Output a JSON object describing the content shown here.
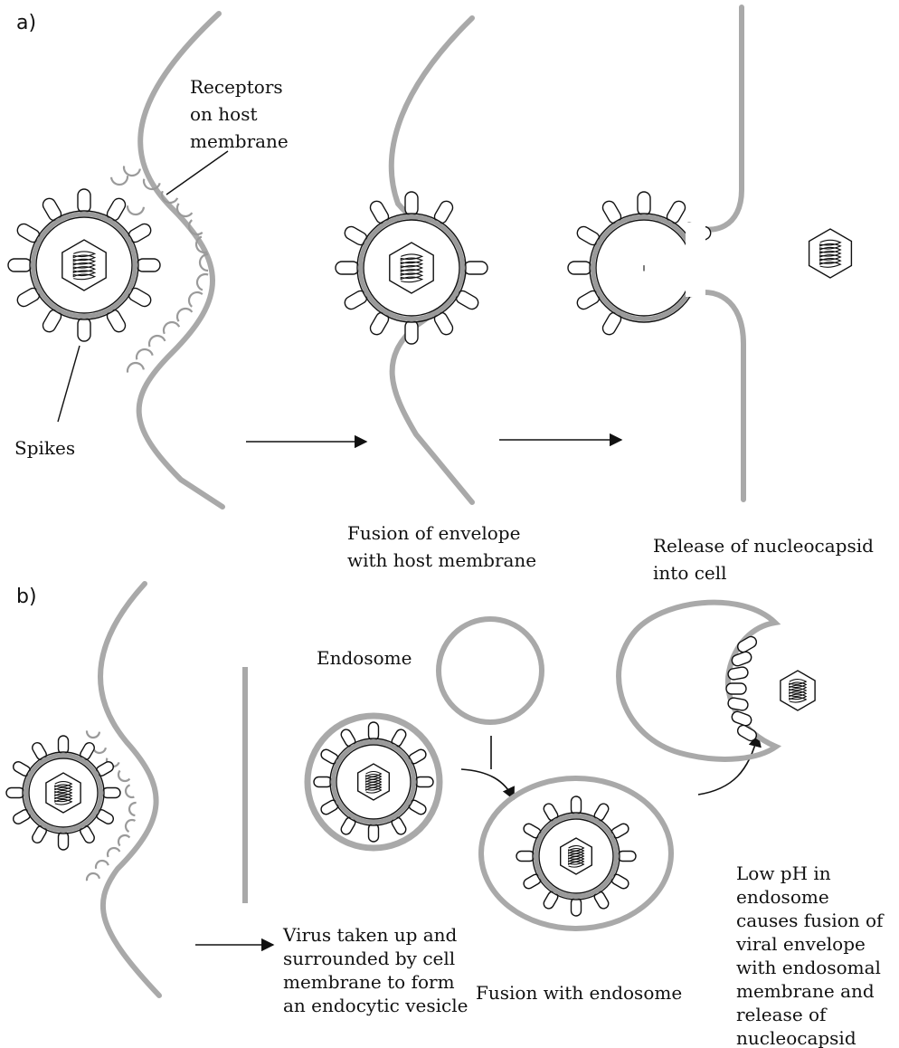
{
  "panels": {
    "a": "a)",
    "b": "b)"
  },
  "labels": {
    "receptors": [
      "Receptors",
      "on host",
      "membrane"
    ],
    "spikes": "Spikes",
    "fusion_envelope": [
      "Fusion of envelope",
      "with host membrane"
    ],
    "release": [
      "Release of nucleocapsid",
      "into cell"
    ],
    "endosome": "Endosome",
    "virus_taken": [
      "Virus taken up and",
      "surrounded by  cell",
      "membrane to form",
      "an endocytic vesicle"
    ],
    "fusion_endosome": "Fusion with endosome",
    "low_ph": [
      "Low pH in",
      "endosome",
      "causes fusion of",
      "viral envelope",
      "with endosomal",
      "membrane and",
      "release of",
      "nucleocapsid"
    ]
  },
  "colors": {
    "membrane": "#a9a9a9",
    "outline": "#111111",
    "background": "#ffffff"
  },
  "icons": [
    "virus-particle-icon",
    "nucleocapsid-icon",
    "arrow-icon",
    "endosome-icon"
  ]
}
